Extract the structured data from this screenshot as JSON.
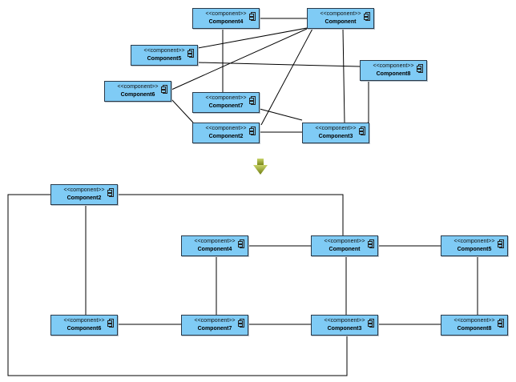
{
  "stereotype": "<<component>>",
  "colors": {
    "component_fill": "#7fcbf5",
    "component_border": "#2a3a4a",
    "connector": "#000000",
    "arrow": "#8a9a16"
  },
  "icons": {
    "component": "component-icon",
    "transform_arrow": "arrow-down-icon"
  },
  "top_diagram": {
    "components": [
      {
        "id": "c4",
        "name": "Component4"
      },
      {
        "id": "c",
        "name": "Component"
      },
      {
        "id": "c5",
        "name": "Component5"
      },
      {
        "id": "c8",
        "name": "Component8"
      },
      {
        "id": "c6",
        "name": "Component6"
      },
      {
        "id": "c7",
        "name": "Component7"
      },
      {
        "id": "c2",
        "name": "Component2"
      },
      {
        "id": "c3",
        "name": "Component3"
      }
    ]
  },
  "bottom_diagram": {
    "components": [
      {
        "id": "b2",
        "name": "Component2"
      },
      {
        "id": "b4",
        "name": "Component4"
      },
      {
        "id": "b",
        "name": "Component"
      },
      {
        "id": "b5",
        "name": "Component5"
      },
      {
        "id": "b6",
        "name": "Component6"
      },
      {
        "id": "b7",
        "name": "Component7"
      },
      {
        "id": "b3",
        "name": "Component3"
      },
      {
        "id": "b8",
        "name": "Component8"
      }
    ]
  }
}
